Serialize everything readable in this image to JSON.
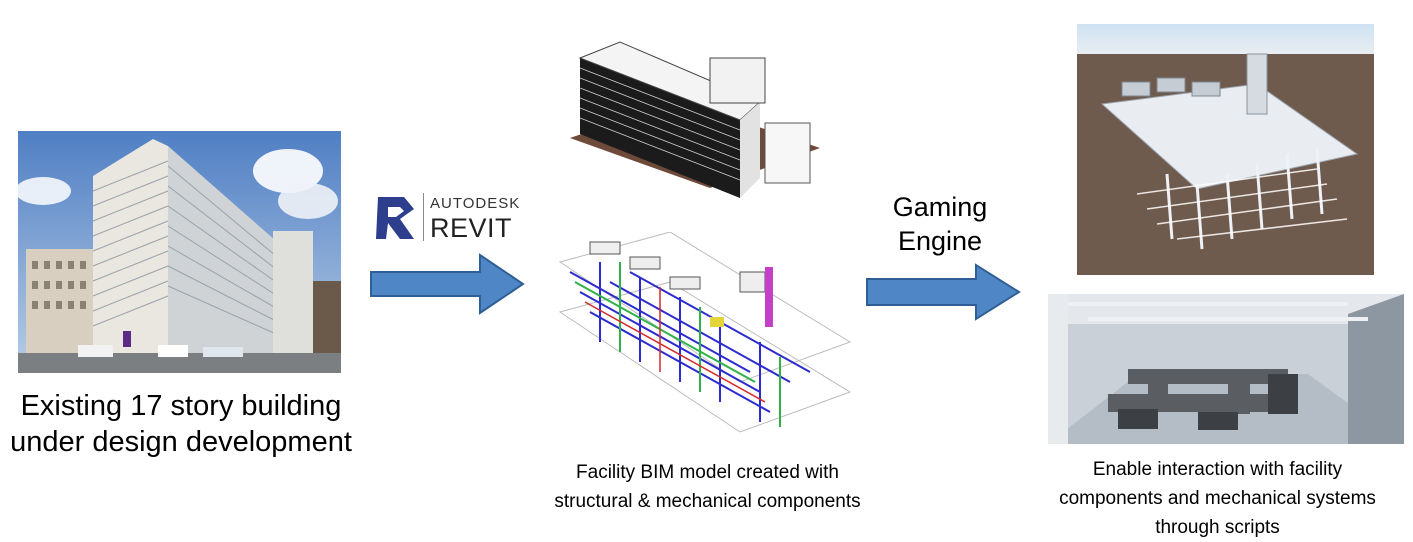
{
  "captions": {
    "existing_building_line1": "Existing 17 story building",
    "existing_building_line2": "under design development",
    "bim_model_line1": "Facility BIM model created with",
    "bim_model_line2": "structural & mechanical components",
    "interaction_line1": "Enable interaction with facility",
    "interaction_line2": "components and mechanical systems",
    "interaction_line3": "through scripts"
  },
  "revit_logo": {
    "brand": "AUTODESK",
    "product": "REVIT"
  },
  "gaming_engine": {
    "line1": "Gaming",
    "line2": "Engine"
  },
  "colors": {
    "arrow_fill": "#4f86c6",
    "arrow_stroke": "#2f5f96",
    "revit_blue": "#2c3e8c"
  }
}
